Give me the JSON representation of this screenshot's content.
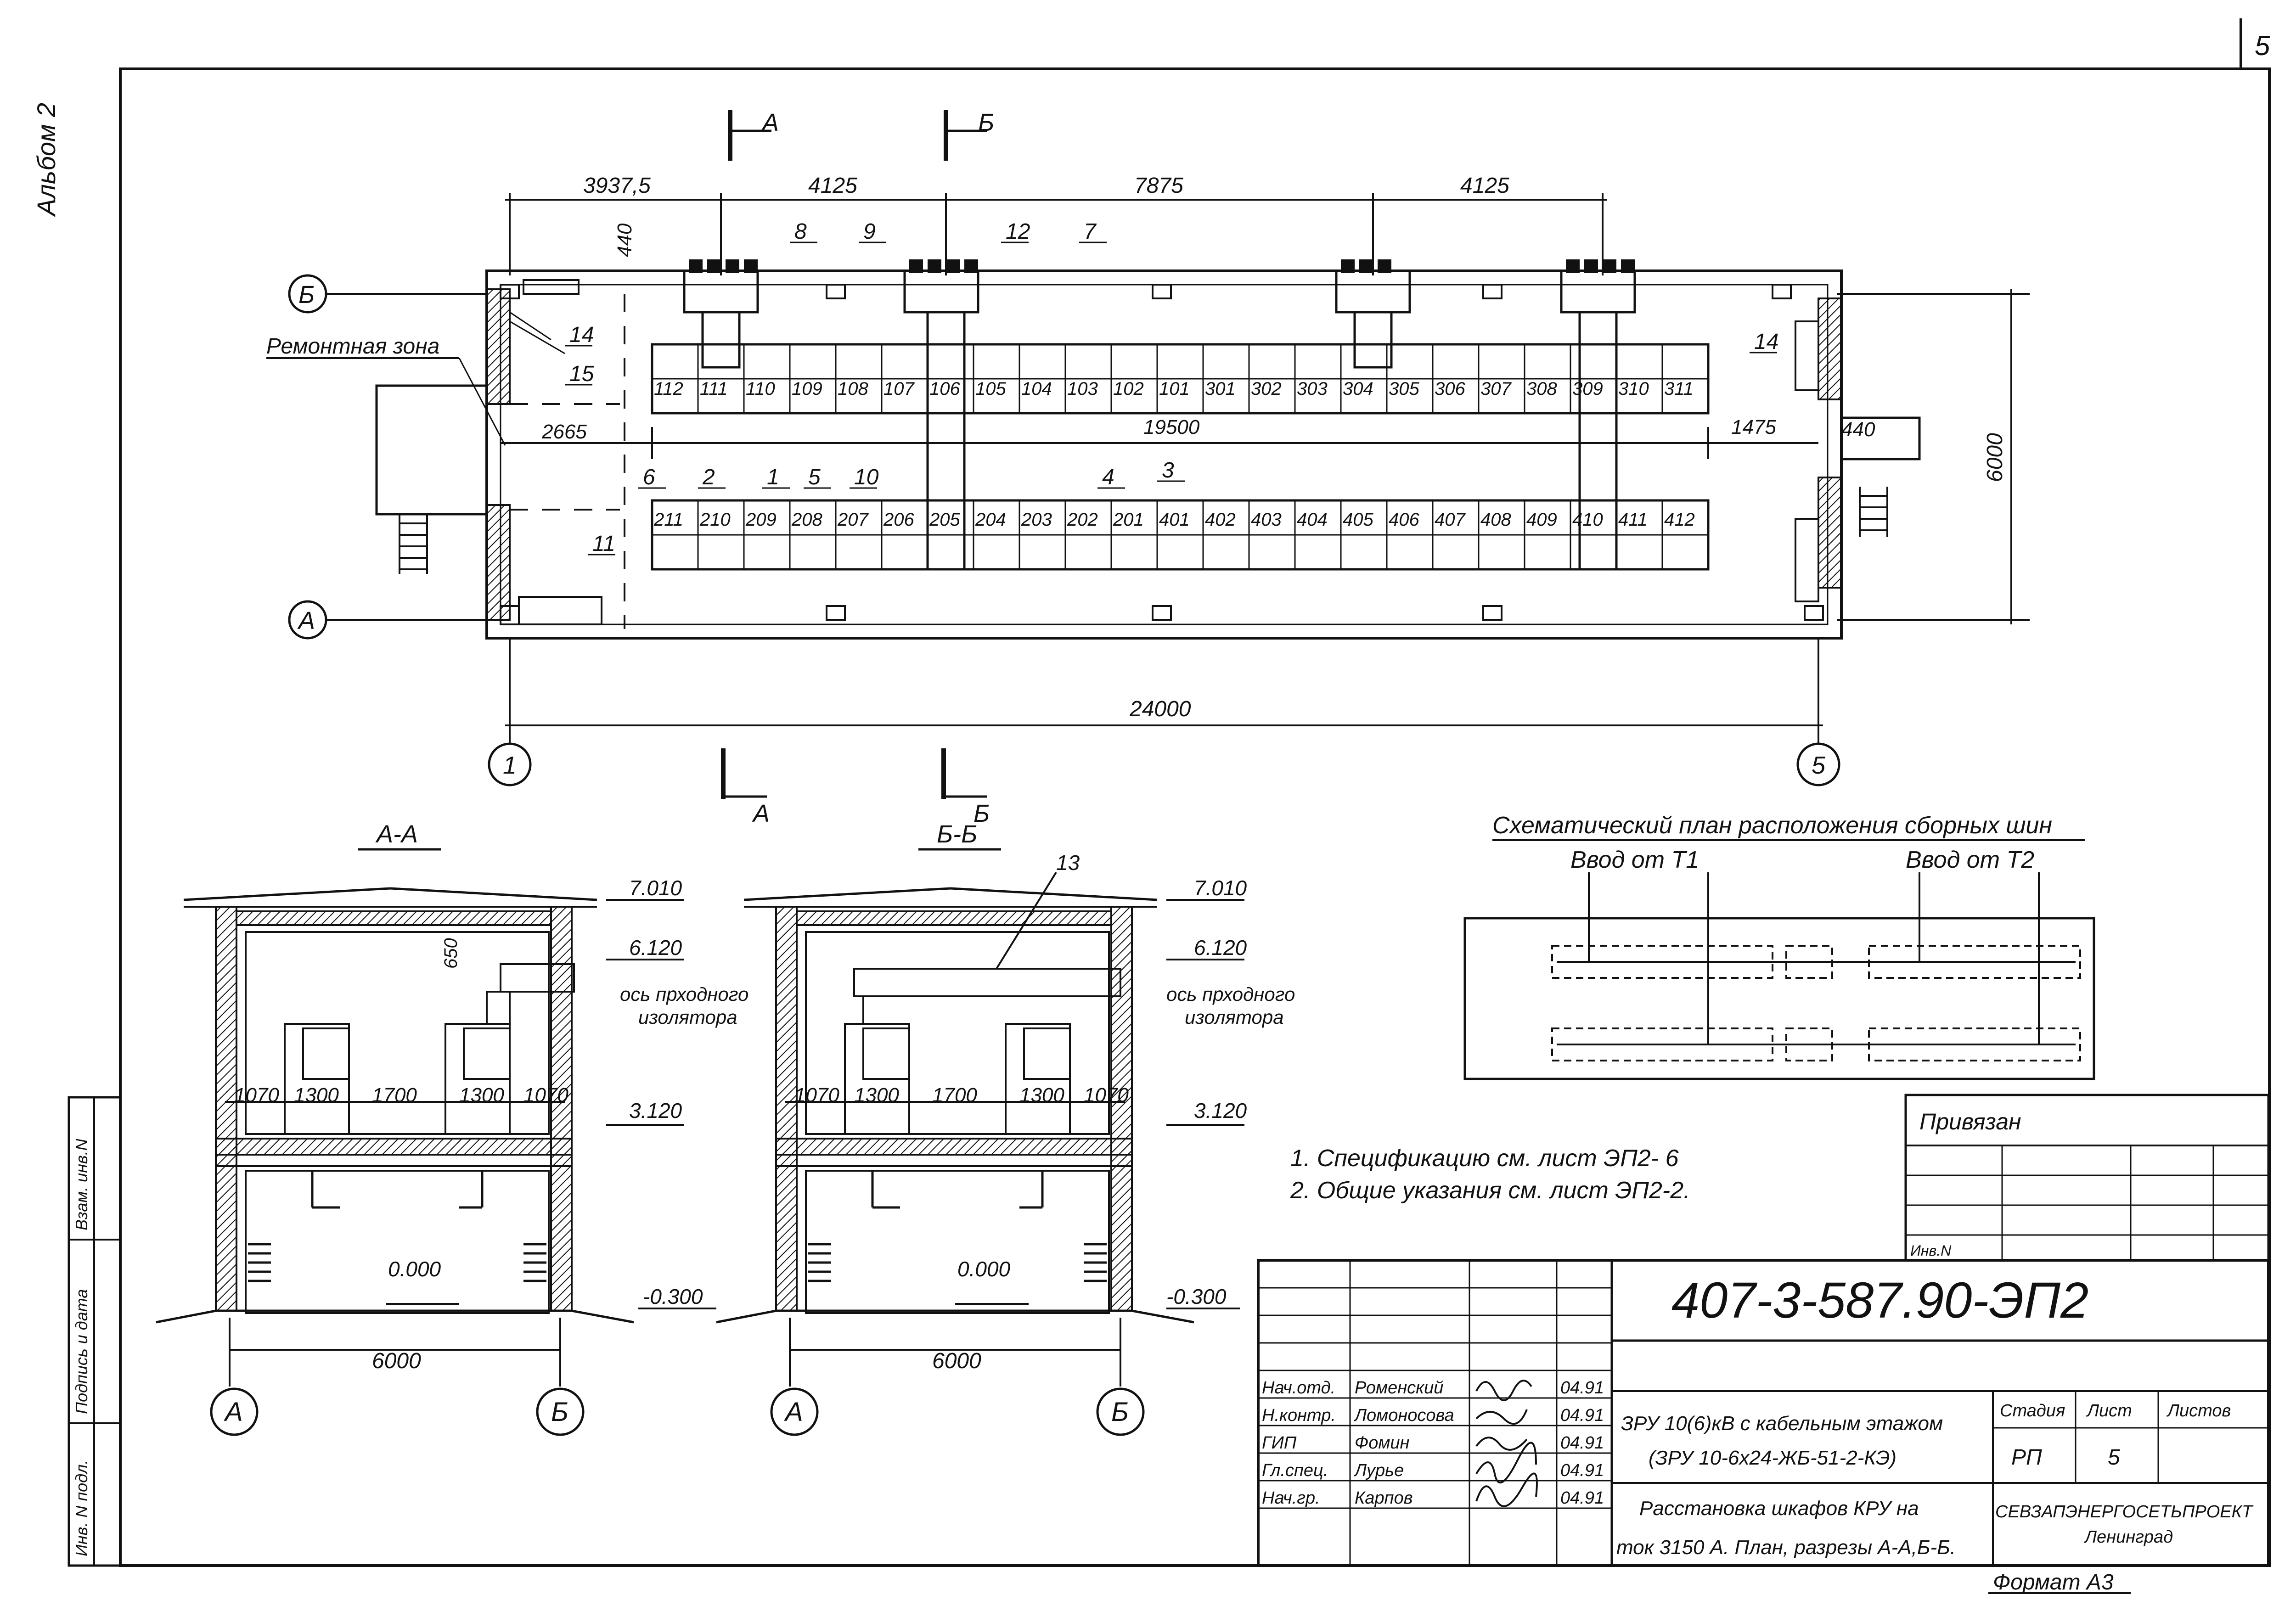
{
  "page_number": "5",
  "album_label": "Альбом 2",
  "sections": {
    "plan_cut_a": "А",
    "plan_cut_b": "Б",
    "aa_title": "А-А",
    "bb_title": "Б-Б"
  },
  "plan": {
    "top_dims": [
      "3937,5",
      "4125",
      "7875",
      "4125"
    ],
    "dim_440_top": "440",
    "dim_2665": "2665",
    "dim_19500": "19500",
    "dim_1475": "1475",
    "dim_440_right": "440",
    "dim_6000": "6000",
    "dim_24000": "24000",
    "repair_zone": "Ремонтная зона",
    "axes": [
      "Б",
      "А",
      "1",
      "5"
    ],
    "callouts": [
      "8",
      "9",
      "12",
      "7",
      "14",
      "15",
      "14",
      "6",
      "2",
      "1",
      "5",
      "10",
      "4",
      "3",
      "11"
    ],
    "row1_cells": [
      "112",
      "111",
      "110",
      "109",
      "108",
      "107",
      "106",
      "105",
      "104",
      "103",
      "102",
      "101",
      "301",
      "302",
      "303",
      "304",
      "305",
      "306",
      "307",
      "308",
      "309",
      "310",
      "311"
    ],
    "row2_cells": [
      "211",
      "210",
      "209",
      "208",
      "207",
      "206",
      "205",
      "204",
      "203",
      "202",
      "201",
      "401",
      "402",
      "403",
      "404",
      "405",
      "406",
      "407",
      "408",
      "409",
      "410",
      "411",
      "412"
    ]
  },
  "section_aa": {
    "elev_top": "7.010",
    "elev_mid": "6.120",
    "elev_floor": "3.120",
    "elev_zero": "0.000",
    "elev_ground": "-0.300",
    "dim_650": "650",
    "axis_note": [
      "ось прходного",
      "изолятора"
    ],
    "dims": [
      "1070",
      "1300",
      "1700",
      "1300",
      "1070"
    ],
    "width": "6000",
    "axes": [
      "А",
      "Б"
    ]
  },
  "section_bb": {
    "callout": "13",
    "elev_top": "7.010",
    "elev_mid": "6.120",
    "elev_floor": "3.120",
    "elev_zero": "0.000",
    "elev_ground": "-0.300",
    "axis_note": [
      "ось прходного",
      "изолятора"
    ],
    "dims": [
      "1070",
      "1300",
      "1700",
      "1300",
      "1070"
    ],
    "width": "6000",
    "axes": [
      "А",
      "Б"
    ]
  },
  "busbar": {
    "title": "Схематический план расположения сборных шин",
    "input1": "Ввод от Т1",
    "input2": "Ввод от Т2"
  },
  "notes": [
    "1. Спецификацию см. лист ЭП2- 6",
    "2. Общие указания см. лист ЭП2-2."
  ],
  "stamp": {
    "privyazan": "Привязан",
    "inv_no": "Инв.N",
    "doc_code": "407-3-587.90-ЭП2",
    "title_line1": "ЗРУ 10(6)кВ с кабельным этажом",
    "title_line2": "(ЗРУ 10-6х24-ЖБ-51-2-КЭ)",
    "desc_line1": "Расстановка шкафов КРУ на",
    "desc_line2": "ток 3150 А. План, разрезы А-А,Б-Б.",
    "stage_label": "Стадия",
    "sheet_label": "Лист",
    "sheets_label": "Листов",
    "stage": "РП",
    "sheet": "5",
    "org_line1": "СЕВЗАПЭНЕРГОСЕТЬПРОЕКТ",
    "org_line2": "Ленинград",
    "format": "Формат А3",
    "people": [
      {
        "role": "Нач.отд.",
        "name": "Роменский",
        "date": "04.91"
      },
      {
        "role": "Н.контр.",
        "name": "Ломоносова",
        "date": "04.91"
      },
      {
        "role": "ГИП",
        "name": "Фомин",
        "date": "04.91"
      },
      {
        "role": "Гл.спец.",
        "name": "Лурье",
        "date": "04.91"
      },
      {
        "role": "Нач.гр.",
        "name": "Карпов",
        "date": "04.91"
      }
    ]
  },
  "side_labels": [
    "Взам. инв.N",
    "Подпись и дата",
    "Инв. N подл."
  ]
}
